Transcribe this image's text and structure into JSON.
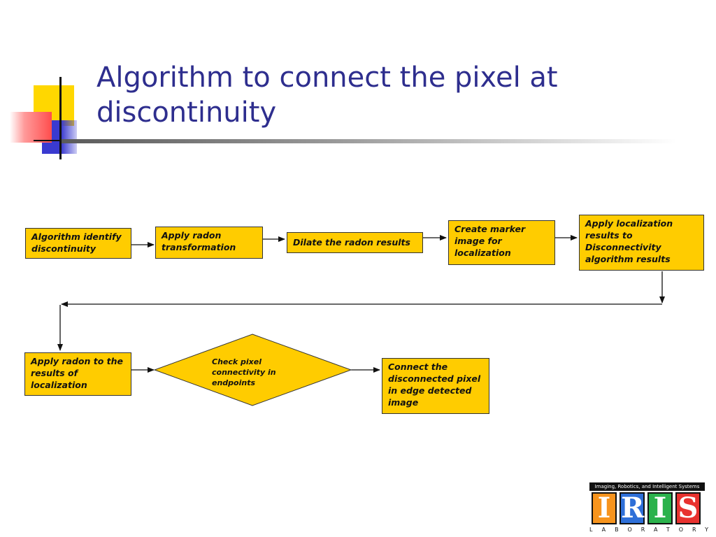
{
  "slide": {
    "title": "Algorithm to connect the pixel at discontinuity"
  },
  "colors": {
    "title": "#2e2e8e",
    "box_fill": "#ffcc00",
    "accent_yellow": "#ffd700",
    "accent_blue": "#3a3ad0",
    "accent_red": "#ff4d4d"
  },
  "diagram": {
    "nodes": [
      {
        "id": "n1",
        "shape": "rect",
        "label": "Algorithm identify\ndiscontinuity"
      },
      {
        "id": "n2",
        "shape": "rect",
        "label": "Apply radon\ntransformation"
      },
      {
        "id": "n3",
        "shape": "rect",
        "label": "Dilate the radon results"
      },
      {
        "id": "n4",
        "shape": "rect",
        "label": "Create marker\nimage  for\nlocalization"
      },
      {
        "id": "n5",
        "shape": "rect",
        "label": "Apply localization\nresults to\nDisconnectivity\nalgorithm results"
      },
      {
        "id": "n6",
        "shape": "rect",
        "label": "Apply radon to the\nresults of\nlocalization"
      },
      {
        "id": "n7",
        "shape": "diamond",
        "label": "Check pixel\nconnectivity in\nendpoints"
      },
      {
        "id": "n8",
        "shape": "rect",
        "label": "Connect the\ndisconnected pixel\nin edge detected\nimage"
      }
    ],
    "edges": [
      {
        "from": "n1",
        "to": "n2"
      },
      {
        "from": "n2",
        "to": "n3"
      },
      {
        "from": "n3",
        "to": "n4"
      },
      {
        "from": "n4",
        "to": "n5"
      },
      {
        "from": "n5",
        "to": "n6"
      },
      {
        "from": "n6",
        "to": "n7"
      },
      {
        "from": "n7",
        "to": "n8"
      }
    ]
  },
  "logo": {
    "tagline": "Imaging, Robotics, and Intelligent Systems",
    "letters": [
      "I",
      "R",
      "I",
      "S"
    ],
    "letter_colors": [
      "#f7941d",
      "#2e6fd8",
      "#2bb24c",
      "#e8322f"
    ],
    "subtitle": "LABORATORY"
  }
}
